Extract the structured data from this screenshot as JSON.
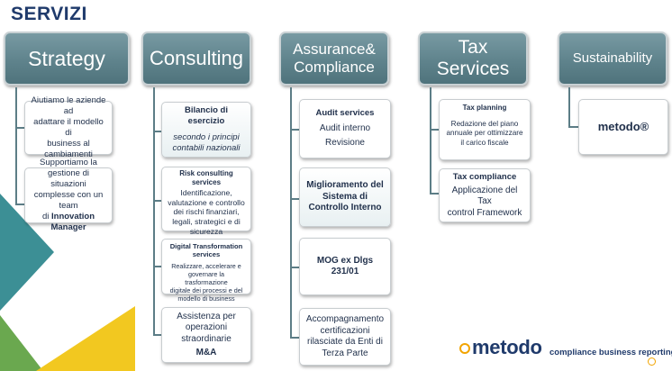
{
  "title": "SERVIZI",
  "columns": [
    {
      "header": "Strategy",
      "items": [
        {
          "lines": [
            "Aiutiamo le aziende ad",
            "adattare il modello di",
            "business al",
            "cambiamenti"
          ]
        },
        {
          "lines": [
            "Supportiamo la",
            "gestione di situazioni",
            "complesse con un team",
            "di "
          ],
          "bold_tail": "Innovation Manager"
        }
      ]
    },
    {
      "header": "Consulting",
      "items": [
        {
          "heading": "Bilancio di esercizio",
          "lines": [
            "secondo i principi",
            "contabili nazionali"
          ]
        },
        {
          "heading": "Risk consulting services",
          "lines": [
            "Identificazione,",
            "valutazione e controllo",
            "dei rischi finanziari,",
            "legali, strategici e di",
            "sicurezza"
          ]
        },
        {
          "heading": "Digital Transformation services",
          "lines": [
            "Realizzare, accelerare e",
            "governare la trasformazione",
            "digitale dei processi e del",
            "modello di business"
          ]
        },
        {
          "lines": [
            "Assistenza per",
            "operazioni",
            "straordinarie"
          ],
          "tail": "M&A"
        }
      ]
    },
    {
      "header": "Assurance& Compliance",
      "items": [
        {
          "heading": "Audit services",
          "lines": [
            "Audit interno",
            "Revisione"
          ]
        },
        {
          "heading": "Miglioramento del Sistema di Controllo Interno"
        },
        {
          "heading": "MOG ex Dlgs 231/01"
        },
        {
          "lines": [
            "Accompagnamento",
            "certificazioni",
            "rilasciate da Enti di",
            "Terza Parte"
          ]
        }
      ]
    },
    {
      "header": "Tax Services",
      "items": [
        {
          "heading": "Tax planning",
          "lines": [
            "Redazione del piano",
            "annuale per ottimizzare",
            "il carico fiscale"
          ]
        },
        {
          "heading": "Tax compliance",
          "lines": [
            "Applicazione del Tax",
            "control Framework"
          ]
        }
      ]
    },
    {
      "header": "Sustainability",
      "items": [
        {
          "heading": "metodo®"
        }
      ]
    }
  ],
  "logo": {
    "name": "metodo",
    "tagline": "compliance business reporting"
  },
  "colors": {
    "header_fill": "#5f838c",
    "title": "#1f3a6b",
    "line": "#5c7d86",
    "deco_teal": "#3c8f95",
    "deco_yellow": "#f2c820",
    "deco_green": "#6aa84f"
  }
}
